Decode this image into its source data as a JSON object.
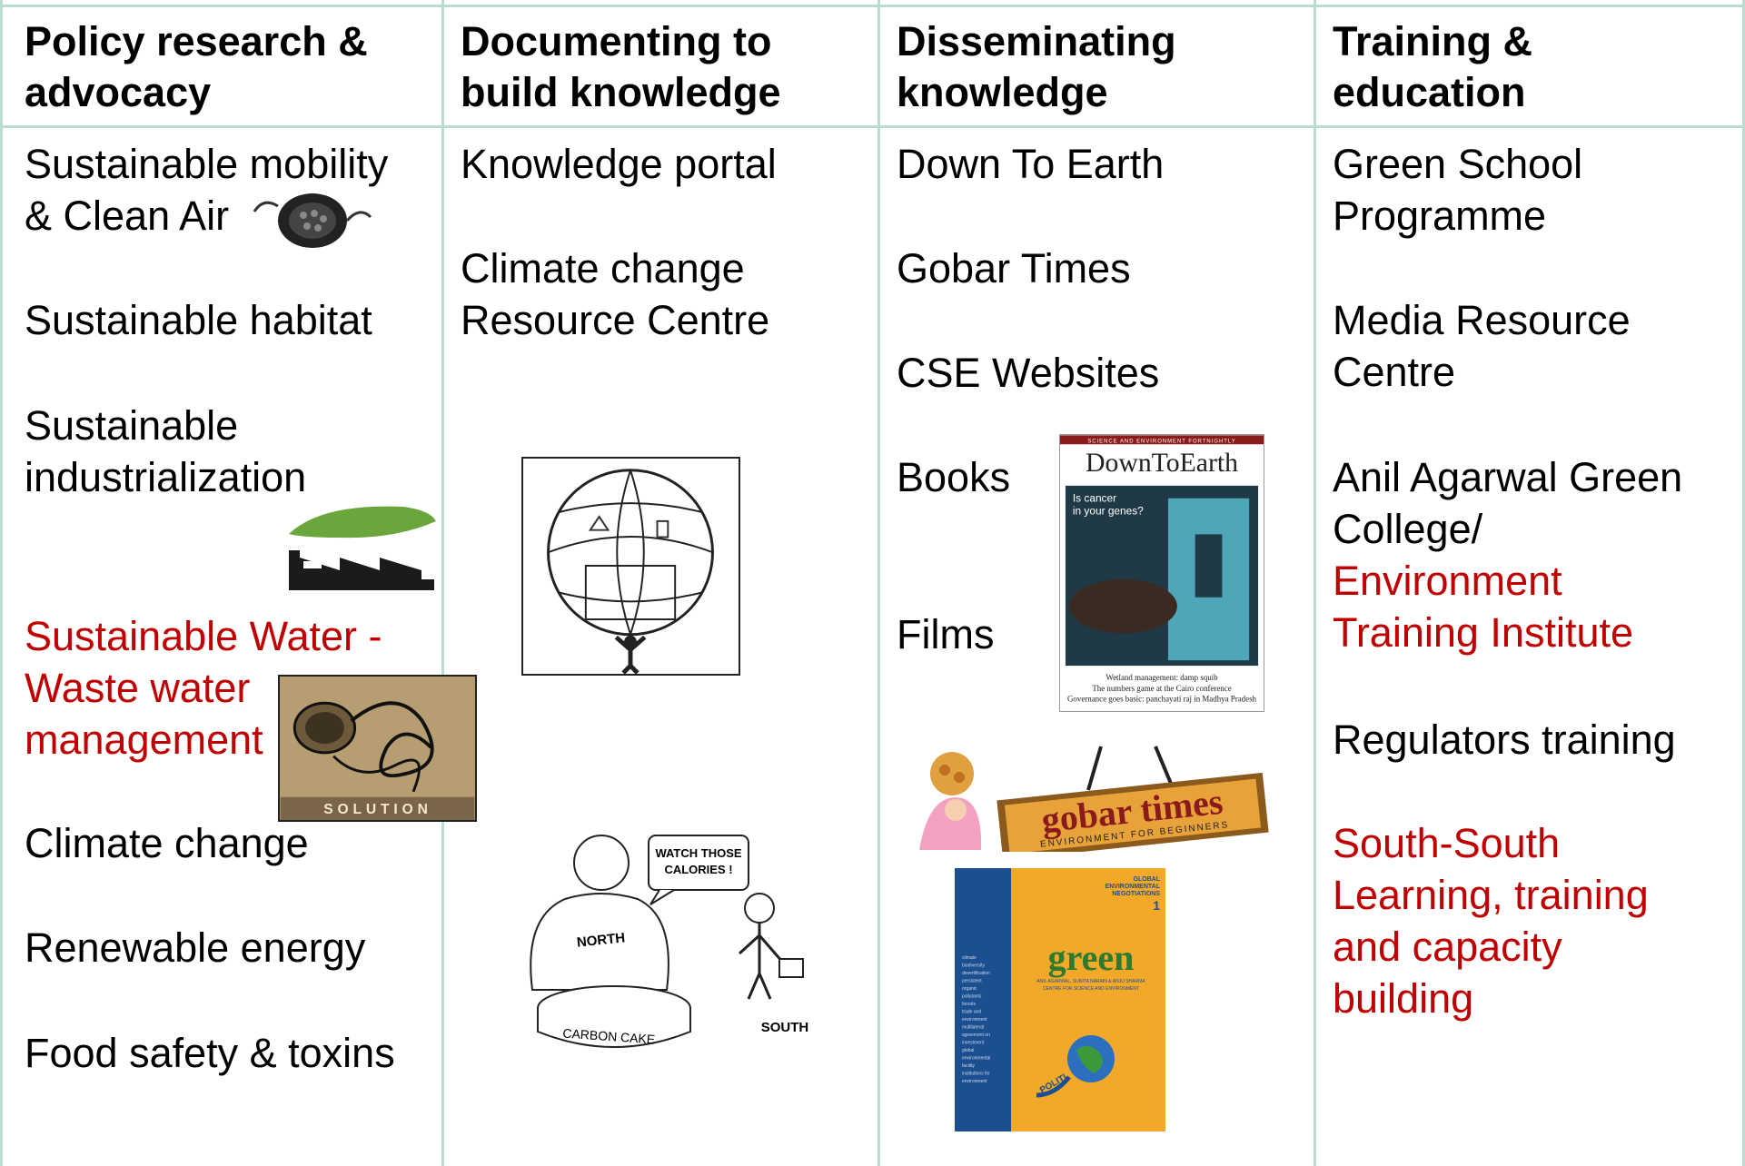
{
  "columns": [
    {
      "header": [
        "Policy research &",
        "advocacy"
      ],
      "items": [
        [
          "Sustainable mobility",
          "& Clean Air"
        ],
        [
          "Sustainable habitat"
        ],
        [
          "Sustainable",
          "industrialization"
        ],
        [
          "Sustainable Water -",
          "Waste water",
          "management"
        ],
        [
          "Climate change"
        ],
        [
          "Renewable energy"
        ],
        [
          "Food safety & toxins"
        ]
      ],
      "solution_label": "SOLUTION"
    },
    {
      "header": [
        "Documenting to",
        "build knowledge"
      ],
      "items": [
        [
          "Knowledge portal"
        ],
        [
          "Climate change",
          "Resource Centre"
        ]
      ],
      "cartoon": {
        "speech": [
          "WATCH THOSE",
          "CALORIES !"
        ],
        "shirt": "NORTH",
        "cake": "CARBON CAKE",
        "south": "SOUTH"
      }
    },
    {
      "header": [
        "Disseminating",
        "knowledge"
      ],
      "items": [
        [
          "Down To Earth"
        ],
        [
          "Gobar Times"
        ],
        [
          "CSE Websites"
        ],
        [
          "Books"
        ],
        [
          "Films"
        ]
      ],
      "dte_cover": {
        "topline": "SCIENCE AND ENVIRONMENT FORTNIGHTLY",
        "masthead": "DownToEarth",
        "teaser": [
          "Is cancer",
          "in your genes?"
        ],
        "footer": [
          "Wetland management: damp squib",
          "The numbers game at the Cairo conference",
          "Governance goes basic: panchayati raj in Madhya Pradesh"
        ]
      },
      "gobar_sign": {
        "title": "gobar times",
        "subtitle": "ENVIRONMENT FOR BEGINNERS"
      },
      "green_book": {
        "series": [
          "GLOBAL",
          "ENVIRONMENTAL",
          "NEGOTIATIONS",
          "1"
        ],
        "title": "green",
        "authors": "ANIL AGARWAL, SUNITA NARAIN & ANJU SHARMA",
        "publisher": "CENTRE FOR SCIENCE AND ENVIRONMENT",
        "spine_topics": [
          "climate",
          "biodiversity",
          "desertification",
          "persistent",
          "organic",
          "pollutants",
          "forests",
          "trade and",
          "environment",
          "multilateral",
          "agreement on",
          "investment",
          "global",
          "environmental",
          "facility",
          "institutions for",
          "environment"
        ],
        "globe_text": "POLITI"
      }
    },
    {
      "header": [
        "Training &",
        "education"
      ],
      "items": [
        {
          "lines": [
            "Green School",
            "Programme"
          ],
          "red": []
        },
        {
          "lines": [
            "Media Resource",
            "Centre"
          ],
          "red": []
        },
        {
          "lines": [
            "Anil Agarwal Green",
            "College/",
            "Environment",
            "Training Institute"
          ],
          "red": [
            2,
            3
          ]
        },
        {
          "lines": [
            "Regulators training"
          ],
          "red": []
        },
        {
          "lines": [
            "South-South",
            "Learning, training",
            "and capacity",
            "building"
          ],
          "red": [
            0,
            1,
            2,
            3
          ]
        }
      ]
    }
  ],
  "colors": {
    "grid": "#bcdcd2",
    "highlight": "#c00000",
    "text": "#000000"
  }
}
